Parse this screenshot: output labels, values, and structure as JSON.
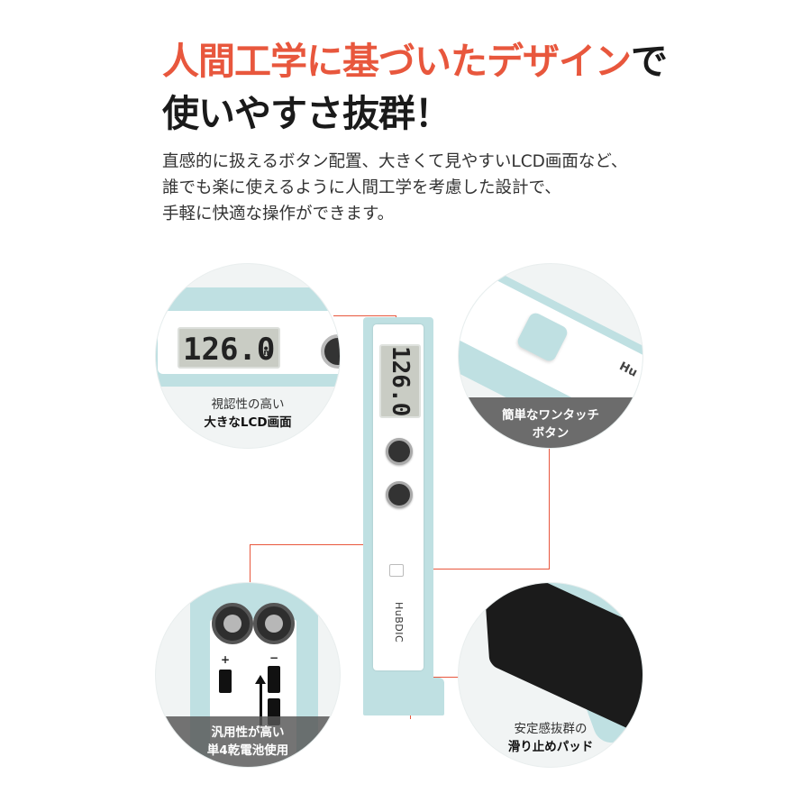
{
  "heading": {
    "line1_accent": "人間工学に基づいたデザイン",
    "line1_rest": "で",
    "line2": "使いやすさ抜群！"
  },
  "description": [
    "直感的に扱えるボタン配置、大きくて見やすいLCD画面など、",
    "誰でも楽に使えるように人間工学を考慮した設計で、",
    "手軽に快適な操作ができます。"
  ],
  "device": {
    "lcd_reading": "126.0",
    "unit": "cm",
    "brand": "HuBDIC"
  },
  "features": {
    "lcd": {
      "line1": "視認性の高い",
      "line2": "大きなLCD画面",
      "reading": "126.0",
      "unit": "cm"
    },
    "button": {
      "line1": "簡単なワンタッチ",
      "line2": "ボタン",
      "brand_fragment": "Hu"
    },
    "battery": {
      "line1": "汎用性が高い",
      "line2": "単4乾電池使用",
      "plus": "+",
      "minus": "−"
    },
    "pad": {
      "line1": "安定感抜群の",
      "line2": "滑り止めパッド"
    }
  },
  "colors": {
    "accent": "#e8573d",
    "device_body": "#bfe0e2"
  }
}
